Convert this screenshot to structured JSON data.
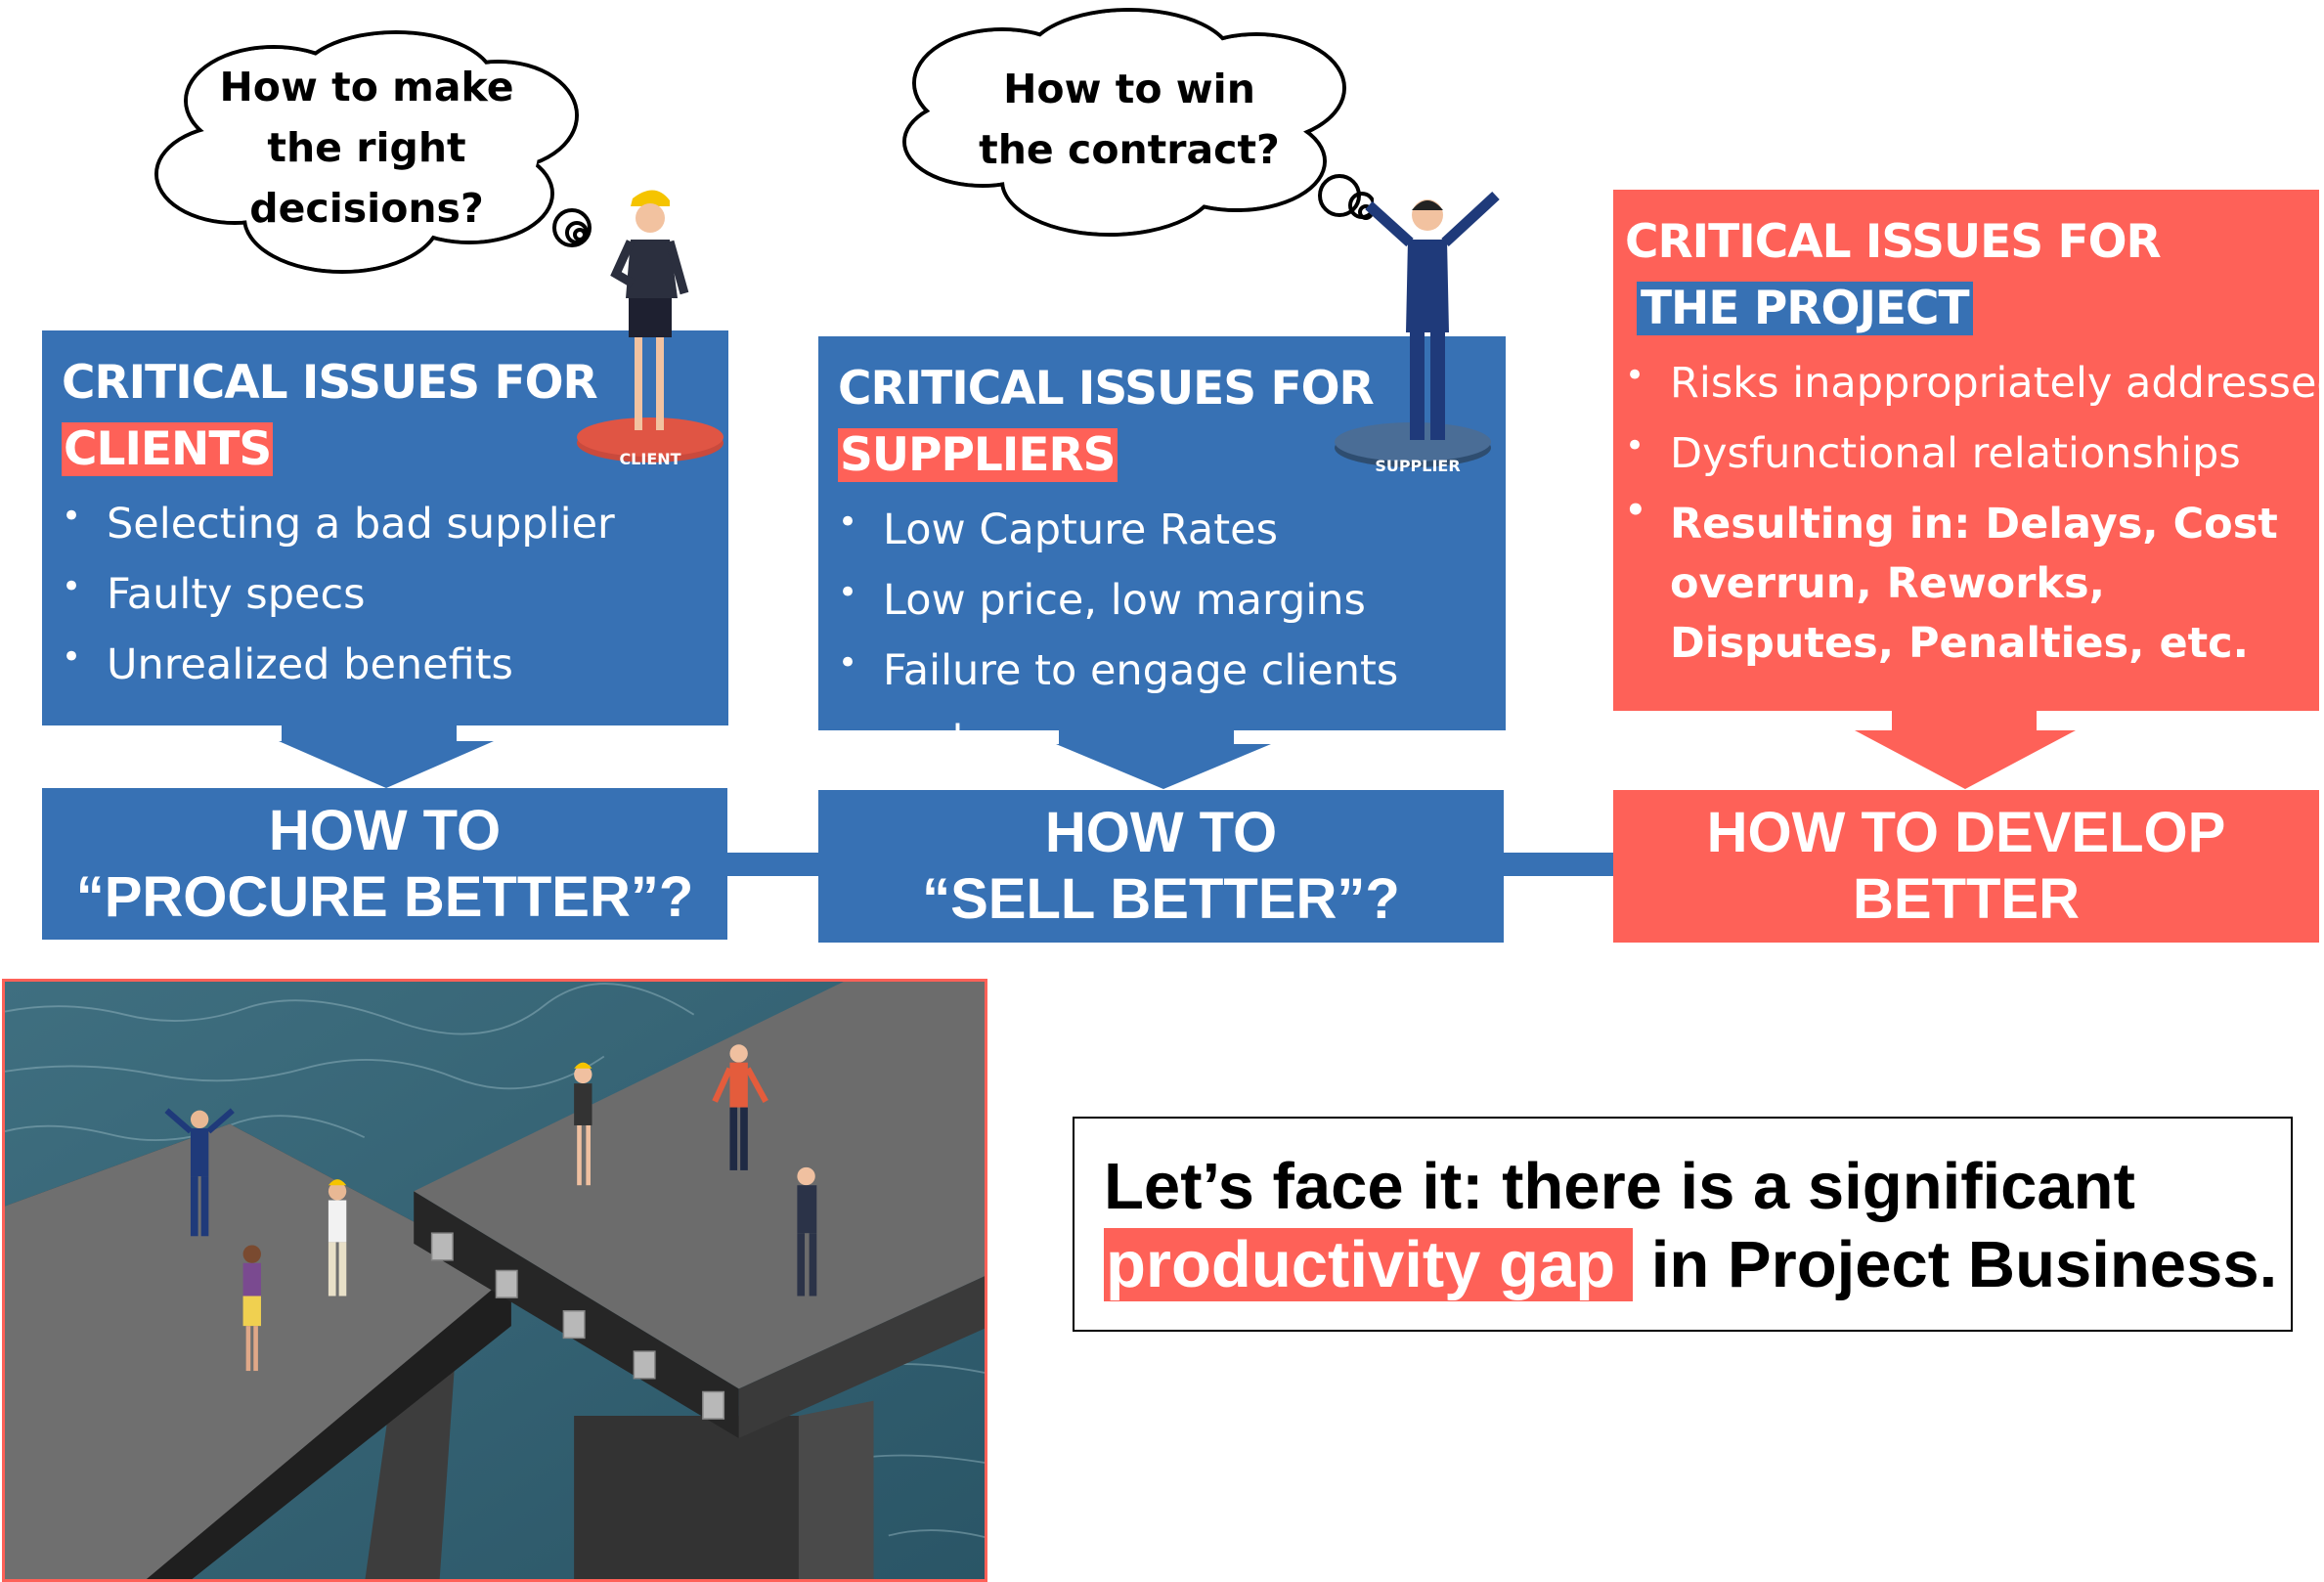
{
  "colors": {
    "blue": "#3771b4",
    "red": "#fe6158"
  },
  "clouds": [
    {
      "lines": [
        "How to make",
        "the right",
        "decisions?"
      ]
    },
    {
      "lines": [
        "How to win",
        "the contract?"
      ]
    }
  ],
  "badges": {
    "client": "CLIENT",
    "supplier": "SUPPLIER"
  },
  "clients": {
    "title_line1": "CRITICAL ISSUES FOR",
    "title_line2": "CLIENTS",
    "bullets": [
      "Selecting a bad supplier",
      "Faulty specs",
      "Unrealized benefits"
    ],
    "how_line1": "HOW TO",
    "how_line2": "“PROCURE BETTER”?"
  },
  "suppliers": {
    "title_line1": "CRITICAL ISSUES FOR",
    "title_line2": "SUPPLIERS",
    "bullets": [
      "Low Capture Rates",
      "Low price, low margins",
      "Failure to engage clients early"
    ],
    "how_line1": "HOW TO",
    "how_line2": "“SELL BETTER”?"
  },
  "project": {
    "title_line1": "CRITICAL ISSUES FOR",
    "title_line2": "THE PROJECT",
    "bullets": [
      "Risks inappropriately addressed",
      "Dysfunctional relationships",
      "Resulting in: Delays, Cost overrun, Reworks, Disputes, Penalties, etc."
    ],
    "how_line1": "HOW TO DEVELOP",
    "how_line2": "BETTER"
  },
  "quote": {
    "part1": "Let’s face it: there is a significant",
    "highlight": "productivity gap",
    "part2": " in Project Business."
  }
}
